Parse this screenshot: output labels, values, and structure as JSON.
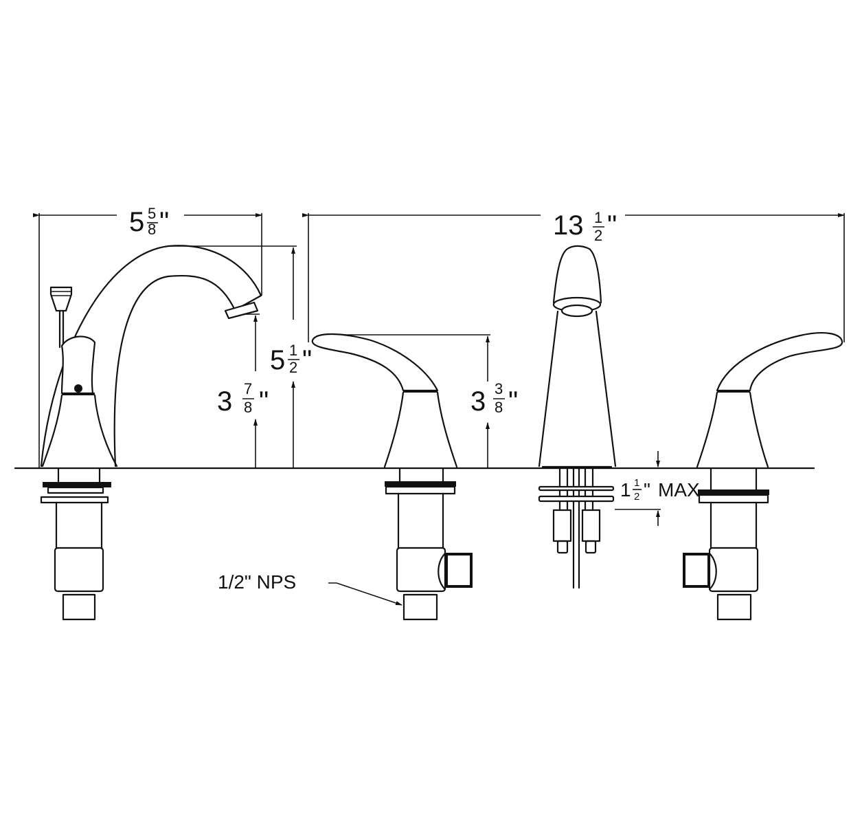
{
  "diagram": {
    "type": "faucet dimension drawing",
    "background": "#ffffff",
    "line_color": "#111111",
    "views": [
      {
        "name": "side-view",
        "description": "Spout side profile with pop-up lift rod and handle"
      },
      {
        "name": "front-view",
        "description": "Handle - spout - handle front elevation"
      }
    ],
    "dimensions": {
      "side_width": {
        "whole": "5",
        "num": "5",
        "den": "8",
        "unit": "\""
      },
      "side_total_height": {
        "whole": "5",
        "num": "1",
        "den": "2",
        "unit": "\""
      },
      "spout_outlet_height": {
        "whole": "3",
        "num": "7",
        "den": "8",
        "unit": "\""
      },
      "overall_width": {
        "whole": "13",
        "num": "1",
        "den": "2",
        "unit": "\""
      },
      "handle_height": {
        "whole": "3",
        "num": "3",
        "den": "8",
        "unit": "\""
      },
      "deck_thickness": {
        "whole": "1",
        "num": "1",
        "den": "2",
        "unit": "\"",
        "suffix": "MAX"
      }
    },
    "callouts": {
      "inlet_connection": "1/2\" NPS"
    }
  }
}
